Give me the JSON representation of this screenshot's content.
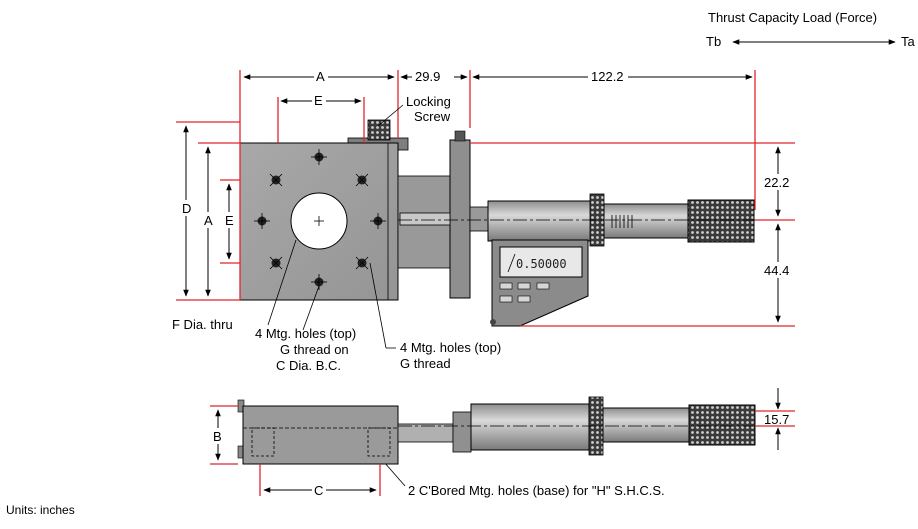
{
  "thrust": {
    "title": "Thrust Capacity Load (Force)",
    "tb": "Tb",
    "ta": "Ta"
  },
  "dimensions": {
    "a_top": "A",
    "e_top": "E",
    "d_29_9": "29.9",
    "d_122_2": "122.2",
    "d_22_2": "22.2",
    "d_44_4": "44.4",
    "d_15_7": "15.7",
    "d_left": "D",
    "a_left": "A",
    "e_left": "E",
    "b_side": "B",
    "c_bottom": "C"
  },
  "callouts": {
    "locking_1": "Locking",
    "locking_2": "Screw",
    "f_dia": "F Dia. thru",
    "mtg_top_c_1": "4 Mtg. holes (top)",
    "mtg_top_c_2": "G thread on",
    "mtg_top_c_3": "C Dia. B.C.",
    "mtg_top_g_1": "4 Mtg. holes (top)",
    "mtg_top_g_2": "G thread",
    "cbored": "2  C'Bored Mtg. holes (base) for \"H\" S.H.C.S."
  },
  "display": {
    "reading": "0.50000"
  },
  "units": "Units: inches"
}
